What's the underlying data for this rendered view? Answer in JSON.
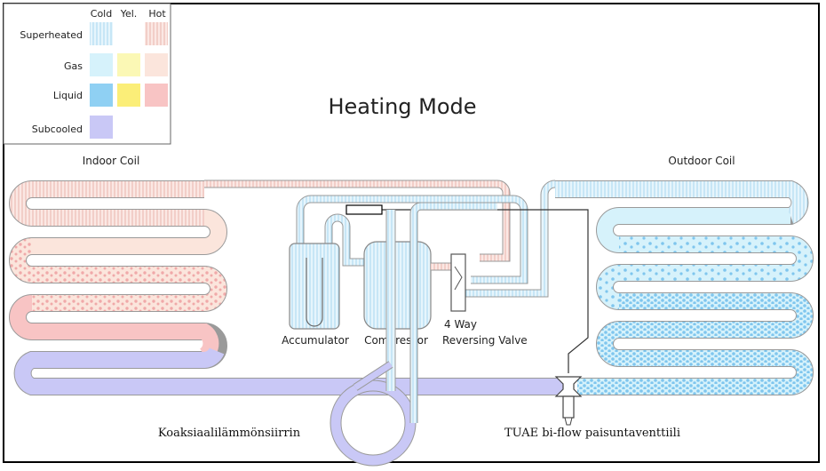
{
  "title": "Heating Mode",
  "legend": {
    "columns": [
      "Cold",
      "Yel.",
      "Hot"
    ],
    "rows": [
      "Superheated",
      "Gas",
      "Liquid",
      "Subcooled"
    ]
  },
  "labels": {
    "indoor_coil": "Indoor Coil",
    "outdoor_coil": "Outdoor Coil",
    "accumulator": "Accumulator",
    "compressor": "Compressor",
    "valve_line1": "4 Way",
    "valve_line2": "Reversing Valve",
    "coaxial": "Koaksiaalilämmönsiirrin",
    "expansion_valve": "TUAE bi-flow paisuntaventtiili"
  },
  "colors": {
    "cold_super": "#dff1fb",
    "cold_gas": "#d6f2fb",
    "cold_liquid": "#8fd0f3",
    "yel_gas": "#fbf8b5",
    "yel_liquid": "#fbee78",
    "hot_super": "#f9ddd9",
    "hot_gas": "#fbe5dc",
    "hot_liquid": "#f8c4c4",
    "subcooled": "#c9c8f6"
  }
}
